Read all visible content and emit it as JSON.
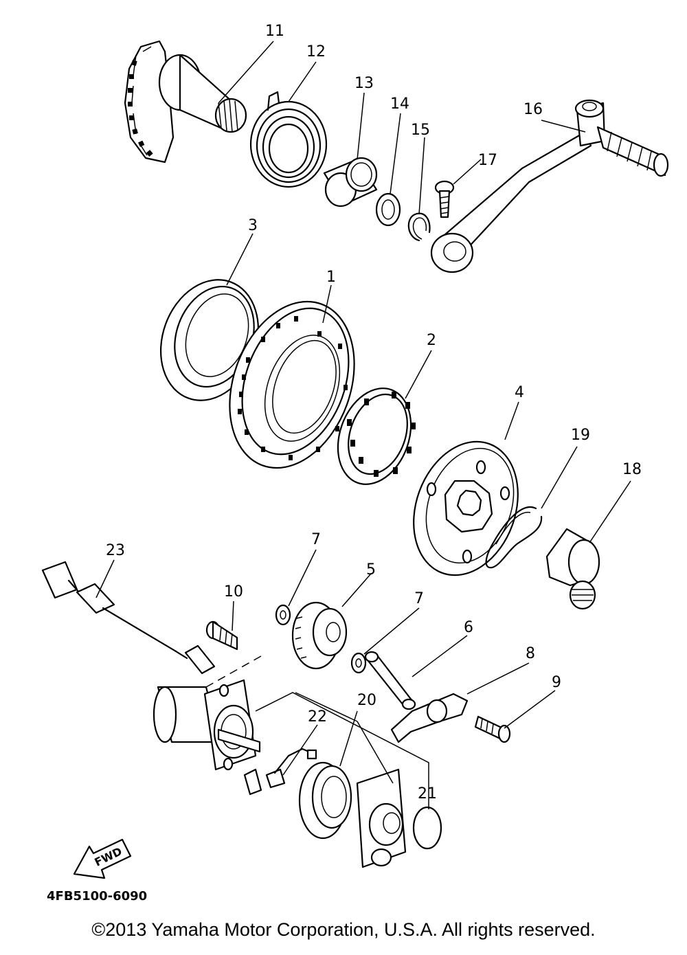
{
  "diagram": {
    "labels": [
      "11",
      "12",
      "13",
      "14",
      "15",
      "16",
      "17",
      "3",
      "1",
      "2",
      "4",
      "19",
      "18",
      "23",
      "7",
      "5",
      "10",
      "7",
      "6",
      "8",
      "9",
      "22",
      "20",
      "21"
    ],
    "fwd_label": "FWD",
    "figure_code": "4FB5100-6090"
  },
  "copyright": "©2013 Yamaha Motor Corporation, U.S.A. All rights reserved."
}
